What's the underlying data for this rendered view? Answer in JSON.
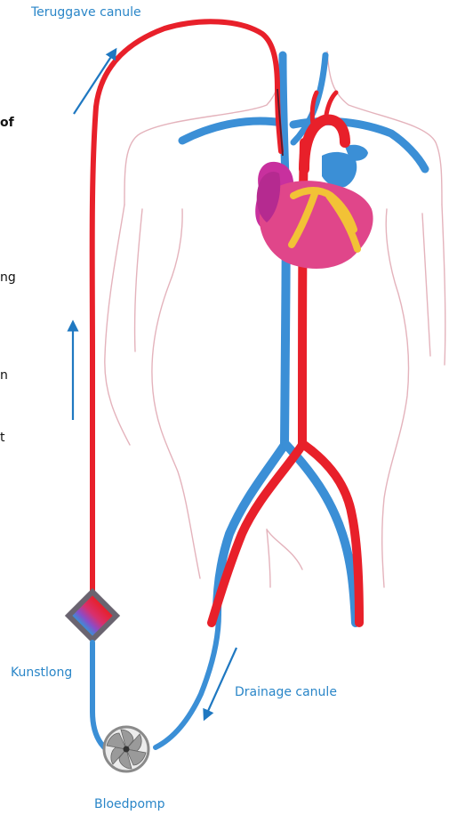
{
  "labels": {
    "return_cannula": "Teruggave canule",
    "oxygenator": "Kunstlong",
    "drainage_cannula": "Drainage canule",
    "blood_pump": "Bloedpomp"
  },
  "left_text_fragments": [
    "of",
    "ng",
    "n",
    "t"
  ],
  "colors": {
    "label_text": "#2a86c8",
    "arterial_red": "#e8202a",
    "venous_blue": "#3b8fd6",
    "heart_magenta": "#c8309e",
    "heart_pink": "#e0468a",
    "heart_yellow": "#f2c236",
    "arrow_blue": "#1f78c1",
    "body_outline": "#e4b3bc"
  }
}
